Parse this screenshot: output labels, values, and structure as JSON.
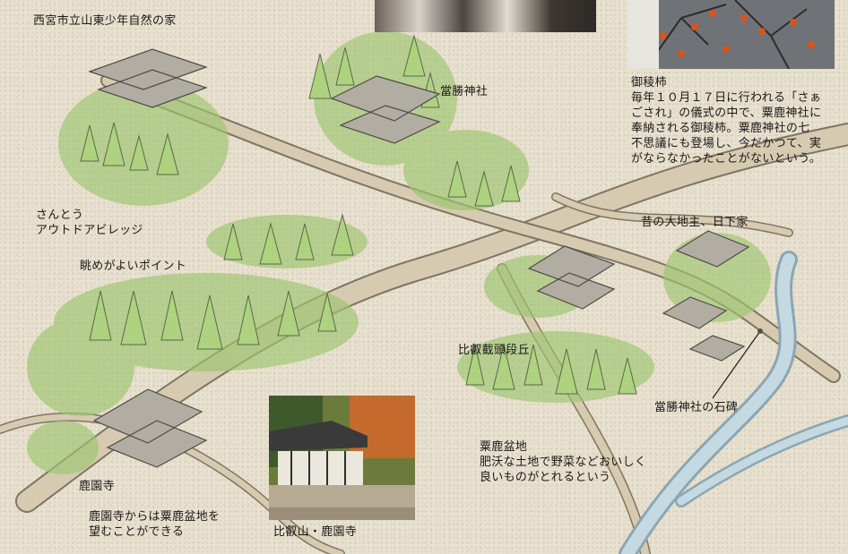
{
  "labels": {
    "nature_house": "西宮市立山東少年自然の家",
    "toshou_shrine": "當勝神社",
    "sandou_village": "さんとう\nアウトドアビレッジ",
    "view_point": "眺めがよいポイント",
    "ookusa_persimmon_title": "御稜柿",
    "ookusa_persimmon_desc": "毎年１０月１７日に行われる「さぁ\nごされ」の儀式の中で、粟鹿神社に\n奉納される御稜柿。粟鹿神社の七\n不思議にも登場し、今だかつて、実\nがならなかったことがないという。",
    "kusaka_house": "昔の大地主、日下家",
    "hiei_hill": "比叡截頭段丘",
    "toshou_stone": "當勝神社の石碑",
    "awaga_basin": "粟鹿盆地\n肥沃な土地で野菜などおいしく\n良いものがとれるという",
    "rokuon_temple": "鹿園寺",
    "rokuon_view": "鹿園寺からは粟鹿盆地を\n望むことができる",
    "photo_caption": "比叡山・鹿園寺"
  },
  "colors": {
    "paper": "#e9e1cf",
    "road": "#cdbfa3",
    "road_edge": "#7f7564",
    "tree_green": "#9cc56e",
    "building": "#8e8a82",
    "river": "#b7cfda"
  }
}
